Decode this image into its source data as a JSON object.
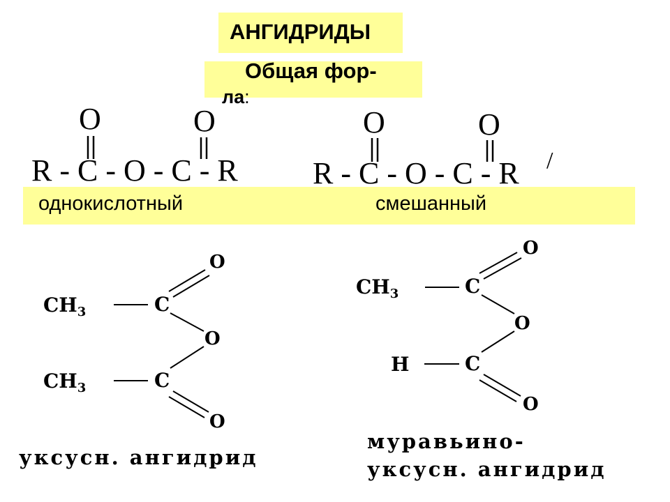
{
  "title": "АНГИДРИДЫ",
  "general_formula": {
    "line1": "Общая фор-",
    "line2": "ла",
    "colon": ":"
  },
  "formula_simple": {
    "o1": "O",
    "o2": "O",
    "chain": "R - C - O - C - R"
  },
  "formula_mixed": {
    "o1": "O",
    "o2": "O",
    "chain": "R - C - O - C - R",
    "prime": "/"
  },
  "types": {
    "simple": "однокислотный",
    "mixed": "смешанный"
  },
  "acetic": {
    "ch3_top": "CH",
    "ch3_top_sub": "3",
    "c_top": "C",
    "o_top": "O",
    "o_bridge": "O",
    "ch3_bottom": "CH",
    "ch3_bottom_sub": "3",
    "c_bottom": "C",
    "o_bottom": "O",
    "caption": "уксусн. ангидрид"
  },
  "formic_acetic": {
    "ch3": "CH",
    "ch3_sub": "3",
    "c_top": "C",
    "o_top": "O",
    "o_bridge": "O",
    "h": "H",
    "c_bottom": "C",
    "o_bottom": "O",
    "caption_line1": "муравьино-",
    "caption_line2": "уксусн. ангидрид"
  }
}
